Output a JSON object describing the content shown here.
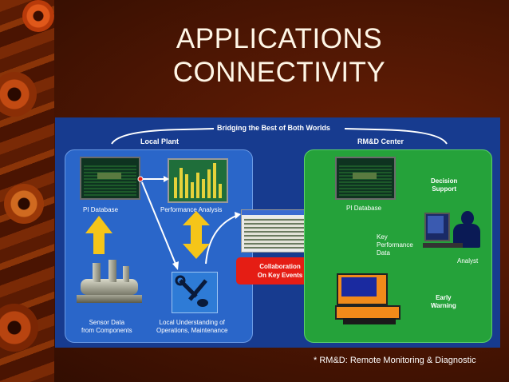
{
  "slide": {
    "title_line1": "APPLICATIONS",
    "title_line2": "CONNECTIVITY",
    "footnote": "* RM&D: Remote Monitoring & Diagnostic"
  },
  "diagram": {
    "banner": "Bridging the Best of Both Worlds",
    "local_plant": {
      "heading": "Local Plant",
      "pi_database": "PI Database",
      "performance_analysis": "Performance Analysis",
      "sensor_line1": "Sensor Data",
      "sensor_line2": "from Components",
      "local_line1": "Local Understanding of",
      "local_line2": "Operations, Maintenance"
    },
    "collaboration": {
      "line1": "Collaboration",
      "line2": "On Key Events"
    },
    "rmd_center": {
      "heading": "RM&D Center",
      "pi_database": "PI Database",
      "decision_line1": "Decision",
      "decision_line2": "Support",
      "kpd_line1": "Key",
      "kpd_line2": "Performance",
      "kpd_line3": "Data",
      "analyst": "Analyst",
      "early_line1": "Early",
      "early_line2": "Warning"
    },
    "colors": {
      "panel": "#173b8f",
      "local_box": "#2a66c9",
      "rmd_box": "#25a23a",
      "collaboration": "#e51d14",
      "arrow": "#f5c519"
    }
  }
}
